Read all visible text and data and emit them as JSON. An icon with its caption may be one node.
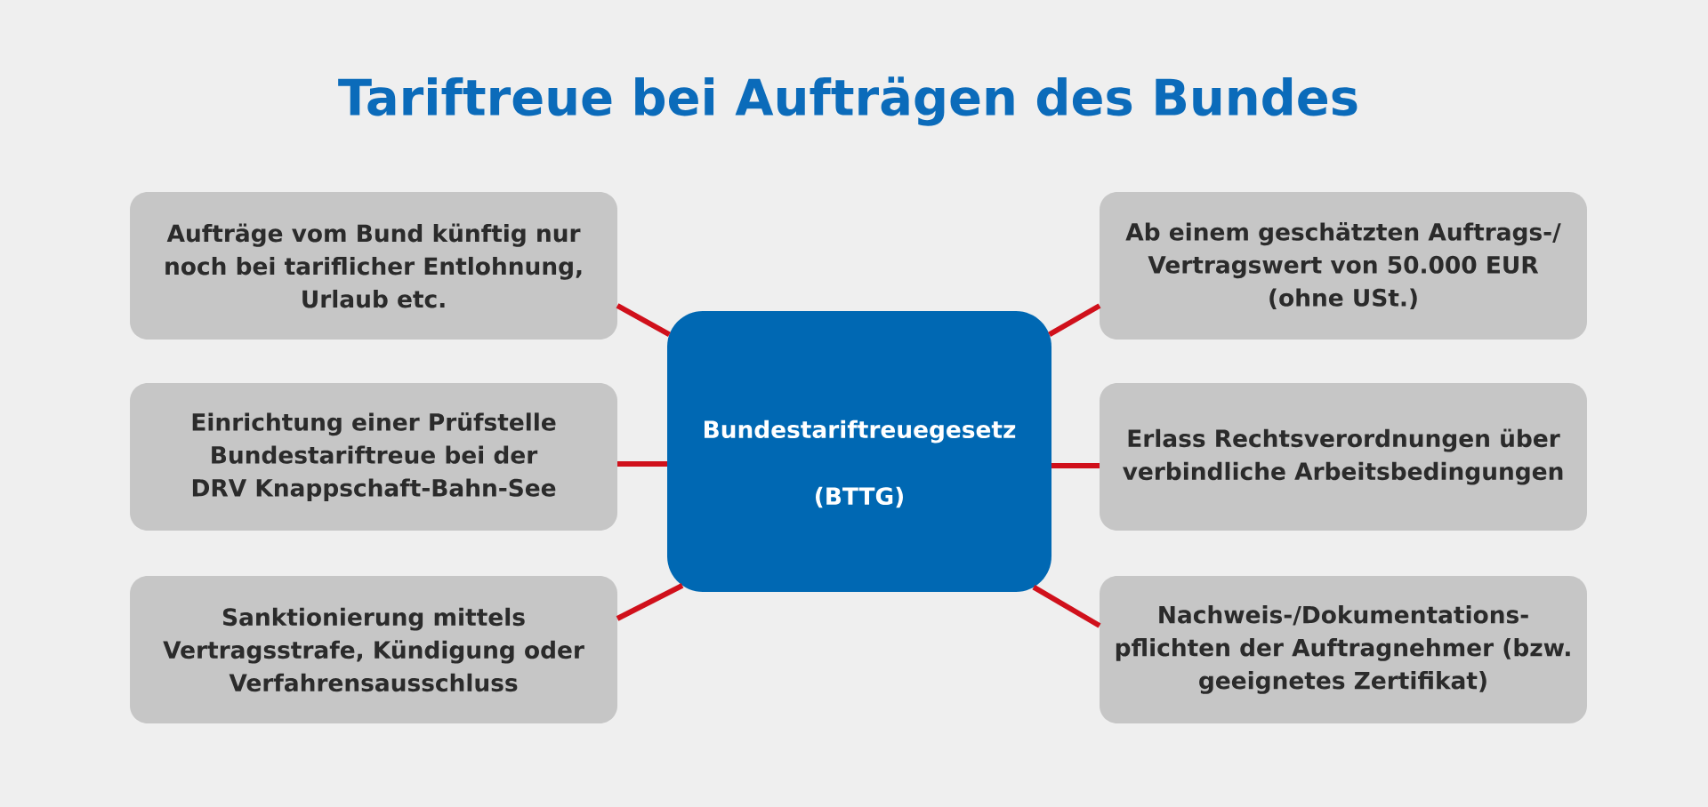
{
  "diagram": {
    "title": "Tariftreue bei Aufträgen des Bundes",
    "nodes": [
      {
        "text": [
          "Aufträge vom Bund künftig nur noch bei tariflicher Entlohnung, Urlaub etc."
        ]
      },
      {
        "text": [
          "Einrichtung einer Prüfstelle Bundestariftreue bei der DRV Knappschaft-Bahn-See"
        ]
      },
      {
        "text": [
          "Sanktionierung mittels Vertragsstrafe, Kündigung oder Verfahrensausschluss"
        ]
      },
      {
        "text": [
          "Bundestariftreuegesetz",
          "(BTTG)"
        ]
      },
      {
        "text": [
          "Ab einem geschätzten Auftrags-/ Vertragswert von 50.000 EUR (ohne USt.)"
        ]
      },
      {
        "text": [
          "Erlass Rechtsverordnungen über verbindliche Arbeitsbedingungen"
        ]
      },
      {
        "text": [
          "Nachweis-/Dokumentations- pflichten der Auftragnehmer (bzw. geeignetes Zertifikat)"
        ]
      }
    ],
    "edges": [
      {
        "from": 3,
        "to": 0,
        "arrow": "none"
      },
      {
        "from": 3,
        "to": 1,
        "arrow": "none"
      },
      {
        "from": 3,
        "to": 2,
        "arrow": "none"
      },
      {
        "from": 3,
        "to": 4,
        "arrow": "none"
      },
      {
        "from": 3,
        "to": 5,
        "arrow": "none"
      },
      {
        "from": 3,
        "to": 6,
        "arrow": "none"
      }
    ]
  }
}
